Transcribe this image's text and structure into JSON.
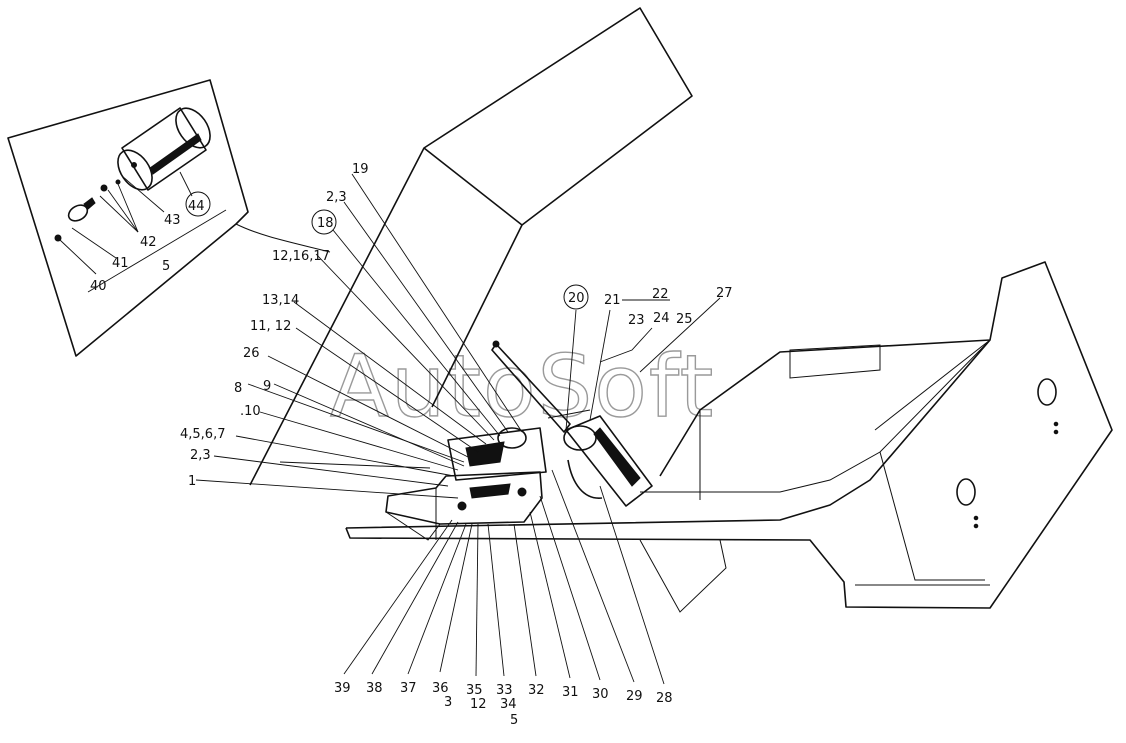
{
  "watermark": "AutoSoft",
  "callouts": {
    "c19": "19",
    "c23a": "2,3",
    "c18": "18",
    "c121617": "12,16,17",
    "c1314": "13,14",
    "c1112": "11, 12",
    "c26": "26",
    "c8": "8",
    "c9": "9",
    "c10": ".10",
    "c4567": "4,5,6,7",
    "c23b": "2,3",
    "c1": "1",
    "c20": "20",
    "c21": "21",
    "c22": "22",
    "c23": "23",
    "c24": "24",
    "c25": "25",
    "c27": "27",
    "c39": "39",
    "c38": "38",
    "c37": "37",
    "c36": "36",
    "c3": "3",
    "c35": "35",
    "c12": "12",
    "c33": "33",
    "c34": "34",
    "c32": "32",
    "c31": "31",
    "c30": "30",
    "c29": "29",
    "c28": "28",
    "c5b": "5",
    "c40": "40",
    "c41": "41",
    "c42": "42",
    "c43": "43",
    "c44": "44",
    "c5a": "5"
  }
}
